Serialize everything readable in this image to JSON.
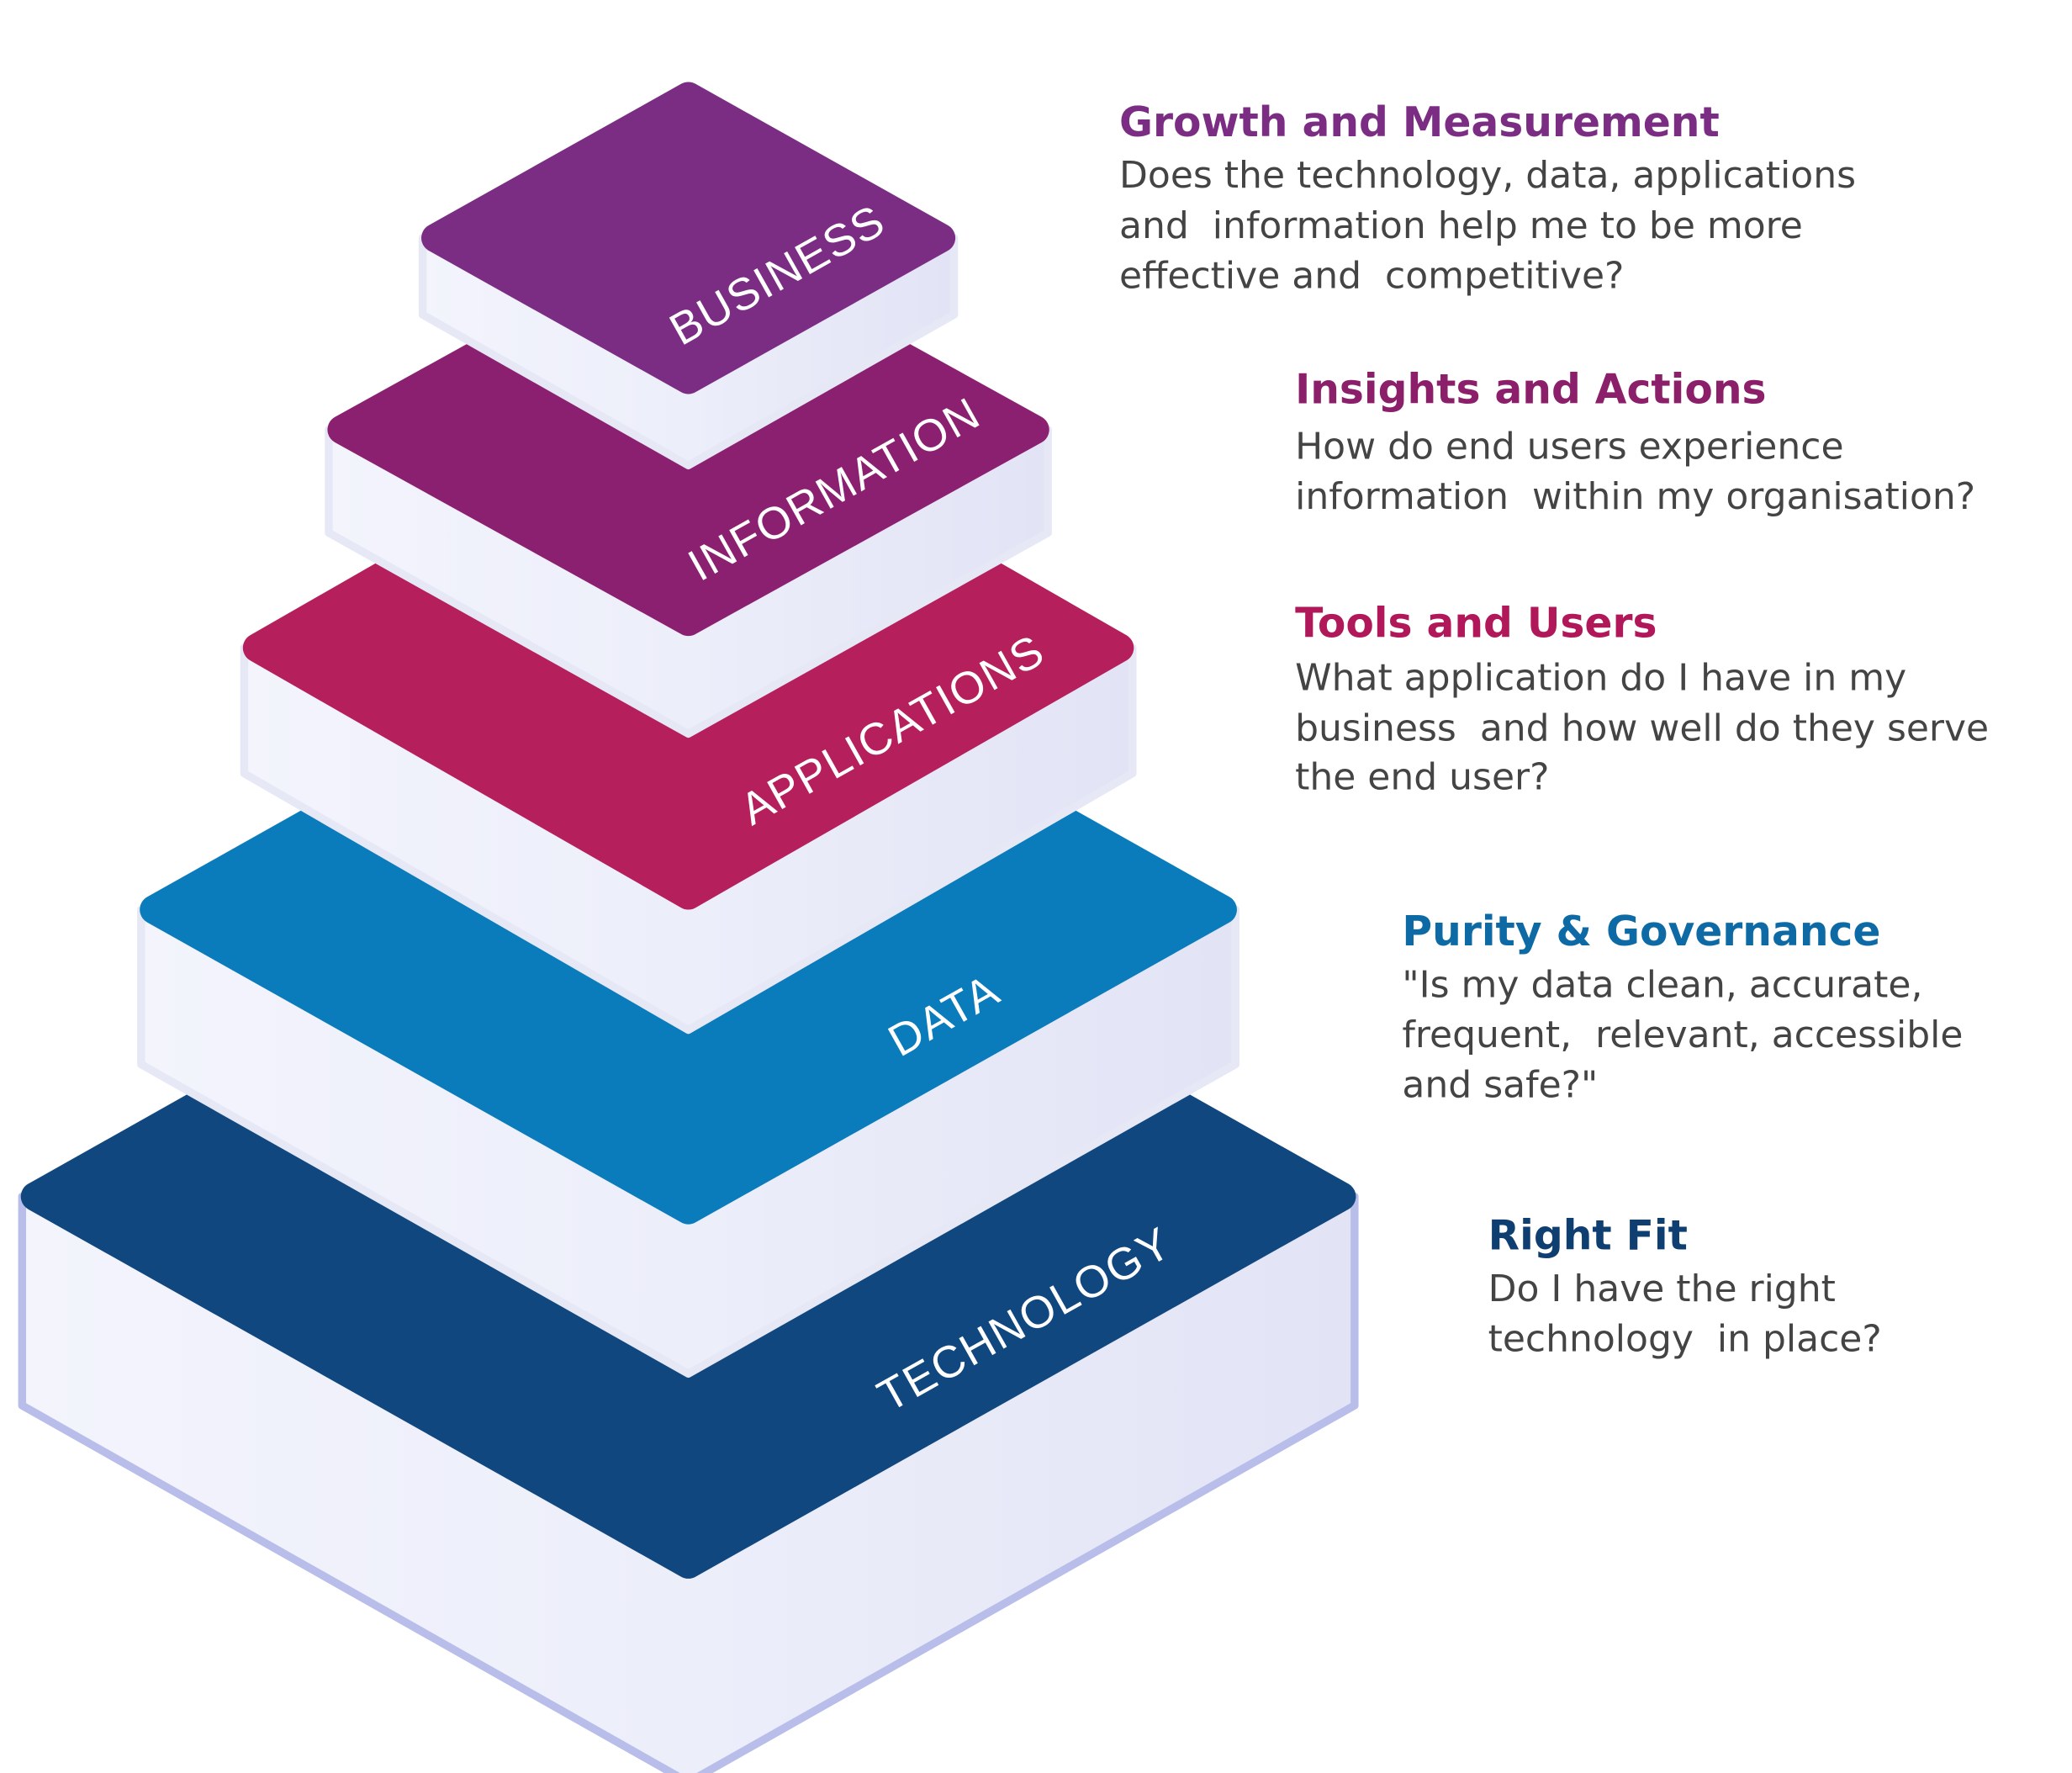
{
  "layers": [
    {
      "label": "TECHNOLOGY",
      "color": "#10477e"
    },
    {
      "label": "DATA",
      "color": "#0a7bbb"
    },
    {
      "label": "APPLICATIONS",
      "color": "#b51f5c"
    },
    {
      "label": "INFORMATION",
      "color": "#8c2070"
    },
    {
      "label": "BUSINESS",
      "color": "#7b2d84"
    }
  ],
  "descriptions": [
    {
      "heading": "Growth and Measurement",
      "color": "#7b2d84",
      "lines": [
        "Does the technology, data, applications",
        "and  information help me to be more",
        "effective and  competitive?"
      ]
    },
    {
      "heading": "Insights and Actions",
      "color": "#8c1f6a",
      "lines": [
        "How do end users experience",
        "information  within my organisation?"
      ]
    },
    {
      "heading": "Tools and Users",
      "color": "#b0185a",
      "lines": [
        "What application do I have in my",
        "business  and how well do they serve",
        "the end user?"
      ]
    },
    {
      "heading": "Purity & Governance",
      "color": "#0e6aa5",
      "lines": [
        "\"Is my data clean, accurate,",
        "frequent,  relevant, accessible",
        "and safe?\""
      ]
    },
    {
      "heading": "Right Fit",
      "color": "#0f3f70",
      "lines": [
        "Do I have the right",
        "technology  in place?"
      ]
    }
  ]
}
